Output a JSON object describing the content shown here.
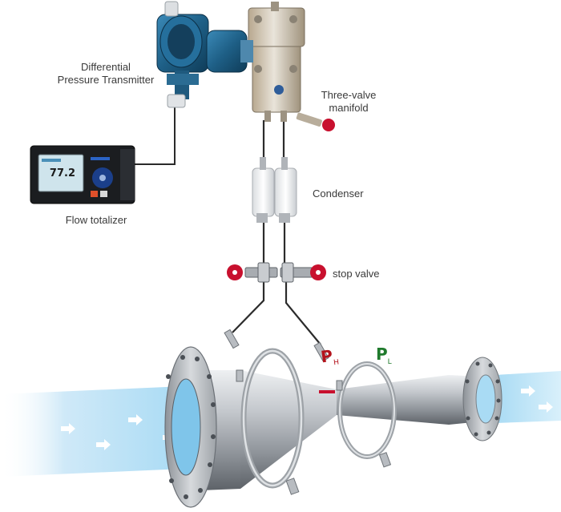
{
  "labels": {
    "transmitter_line1": "Differential",
    "transmitter_line2": "Pressure Transmitter",
    "manifold_line1": "Three-valve",
    "manifold_line2": "manifold",
    "condenser": "Condenser",
    "stop_valve": "stop valve",
    "totalizer": "Flow totalizer"
  },
  "display": {
    "reading": "77.2"
  },
  "pressure_ports": {
    "high": "P",
    "high_sub": "H",
    "low": "P",
    "low_sub": "L"
  },
  "colors": {
    "flow_stream": "#bfe4f7",
    "transmitter_body": "#1e5f86",
    "valve_handle": "#c8102e",
    "pipe_steel": "#b9bdc2",
    "p_high": "#b3121b",
    "p_low": "#1f7a2c"
  }
}
